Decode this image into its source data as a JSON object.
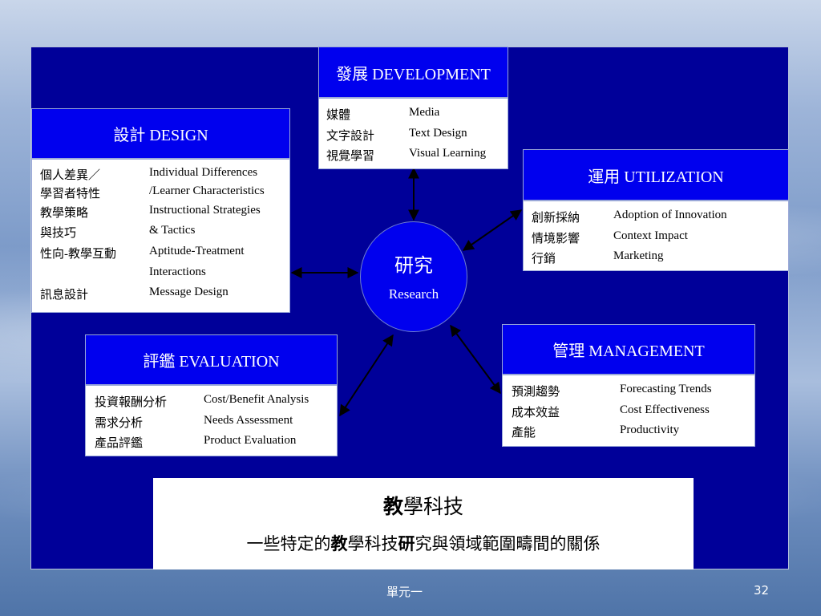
{
  "design": {
    "title": "設計  DESIGN",
    "rows": [
      {
        "zh": "個人差異／",
        "en": "Individual Differences"
      },
      {
        "zh": "學習者特性",
        "en": "/Learner Characteristics"
      },
      {
        "zh": "教學策略",
        "en": "Instructional Strategies"
      },
      {
        "zh": "與技巧",
        "en": "& Tactics"
      },
      {
        "zh": "性向-教學互動",
        "en": "Aptitude-Treatment"
      },
      {
        "zh": "",
        "en": "Interactions"
      },
      {
        "zh": "訊息設計",
        "en": "Message Design"
      }
    ]
  },
  "development": {
    "title": "發展 DEVELOPMENT",
    "rows": [
      {
        "zh": "媒體",
        "en": "Media"
      },
      {
        "zh": "文字設計",
        "en": "Text Design"
      },
      {
        "zh": "視覺學習",
        "en": "Visual Learning"
      }
    ]
  },
  "utilization": {
    "title": "運用  UTILIZATION",
    "rows": [
      {
        "zh": "創新採納",
        "en": "Adoption of Innovation"
      },
      {
        "zh": "情境影響",
        "en": "Context Impact"
      },
      {
        "zh": "行銷",
        "en": "Marketing"
      }
    ]
  },
  "management": {
    "title": "管理  MANAGEMENT",
    "rows": [
      {
        "zh": "預測趨勢",
        "en": "Forecasting Trends"
      },
      {
        "zh": "成本效益",
        "en": "Cost Effectiveness"
      },
      {
        "zh": "產能",
        "en": "Productivity"
      }
    ]
  },
  "evaluation": {
    "title": "評鑑  EVALUATION",
    "rows": [
      {
        "zh": "投資報酬分析",
        "en": "Cost/Benefit Analysis"
      },
      {
        "zh": "需求分析",
        "en": "Needs Assessment"
      },
      {
        "zh": "產品評鑑",
        "en": "Product Evaluation"
      }
    ]
  },
  "research": {
    "zh": "研究",
    "en": "Research"
  },
  "note": {
    "line1_bold": "教",
    "line1_rest": "學科技",
    "line2_a": "一些特定的",
    "line2_b": "教",
    "line2_c": "學科技",
    "line2_d": "研",
    "line2_e": "究與領域範圍疇間的關係"
  },
  "footer": {
    "unit": "單元一",
    "page": "32"
  },
  "colors": {
    "panel": "#000099",
    "header": "#0000ee",
    "circle": "#0000ee"
  }
}
